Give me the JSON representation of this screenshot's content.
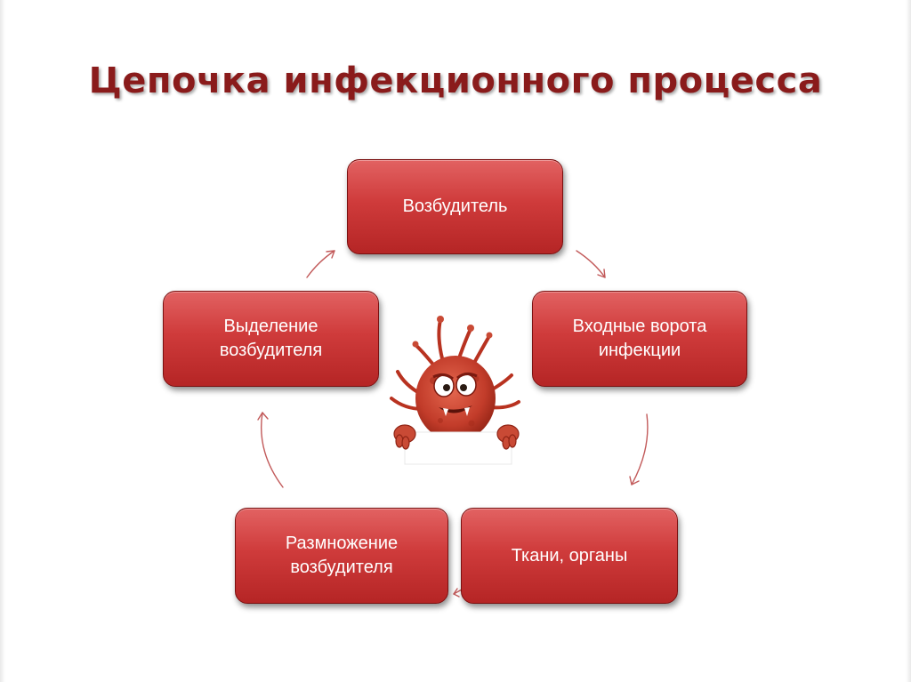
{
  "slide": {
    "title": "Цепочка инфекционного процесса"
  },
  "diagram": {
    "type": "cycle",
    "nodes": [
      {
        "label": "Возбудитель"
      },
      {
        "label": "Входные ворота\nинфекции"
      },
      {
        "label": "Ткани, органы"
      },
      {
        "label": "Размножение\nвозбудителя"
      },
      {
        "label": "Выделение\nвозбудителя"
      }
    ],
    "arrow_direction": "clockwise",
    "colors": {
      "title": "#8a1b1b",
      "node_fill": "#cf3b3b",
      "node_text": "#ffffff",
      "arrow": "#c25a5a"
    }
  },
  "illustration": {
    "icon": "cartoon-microbe-mascot"
  }
}
